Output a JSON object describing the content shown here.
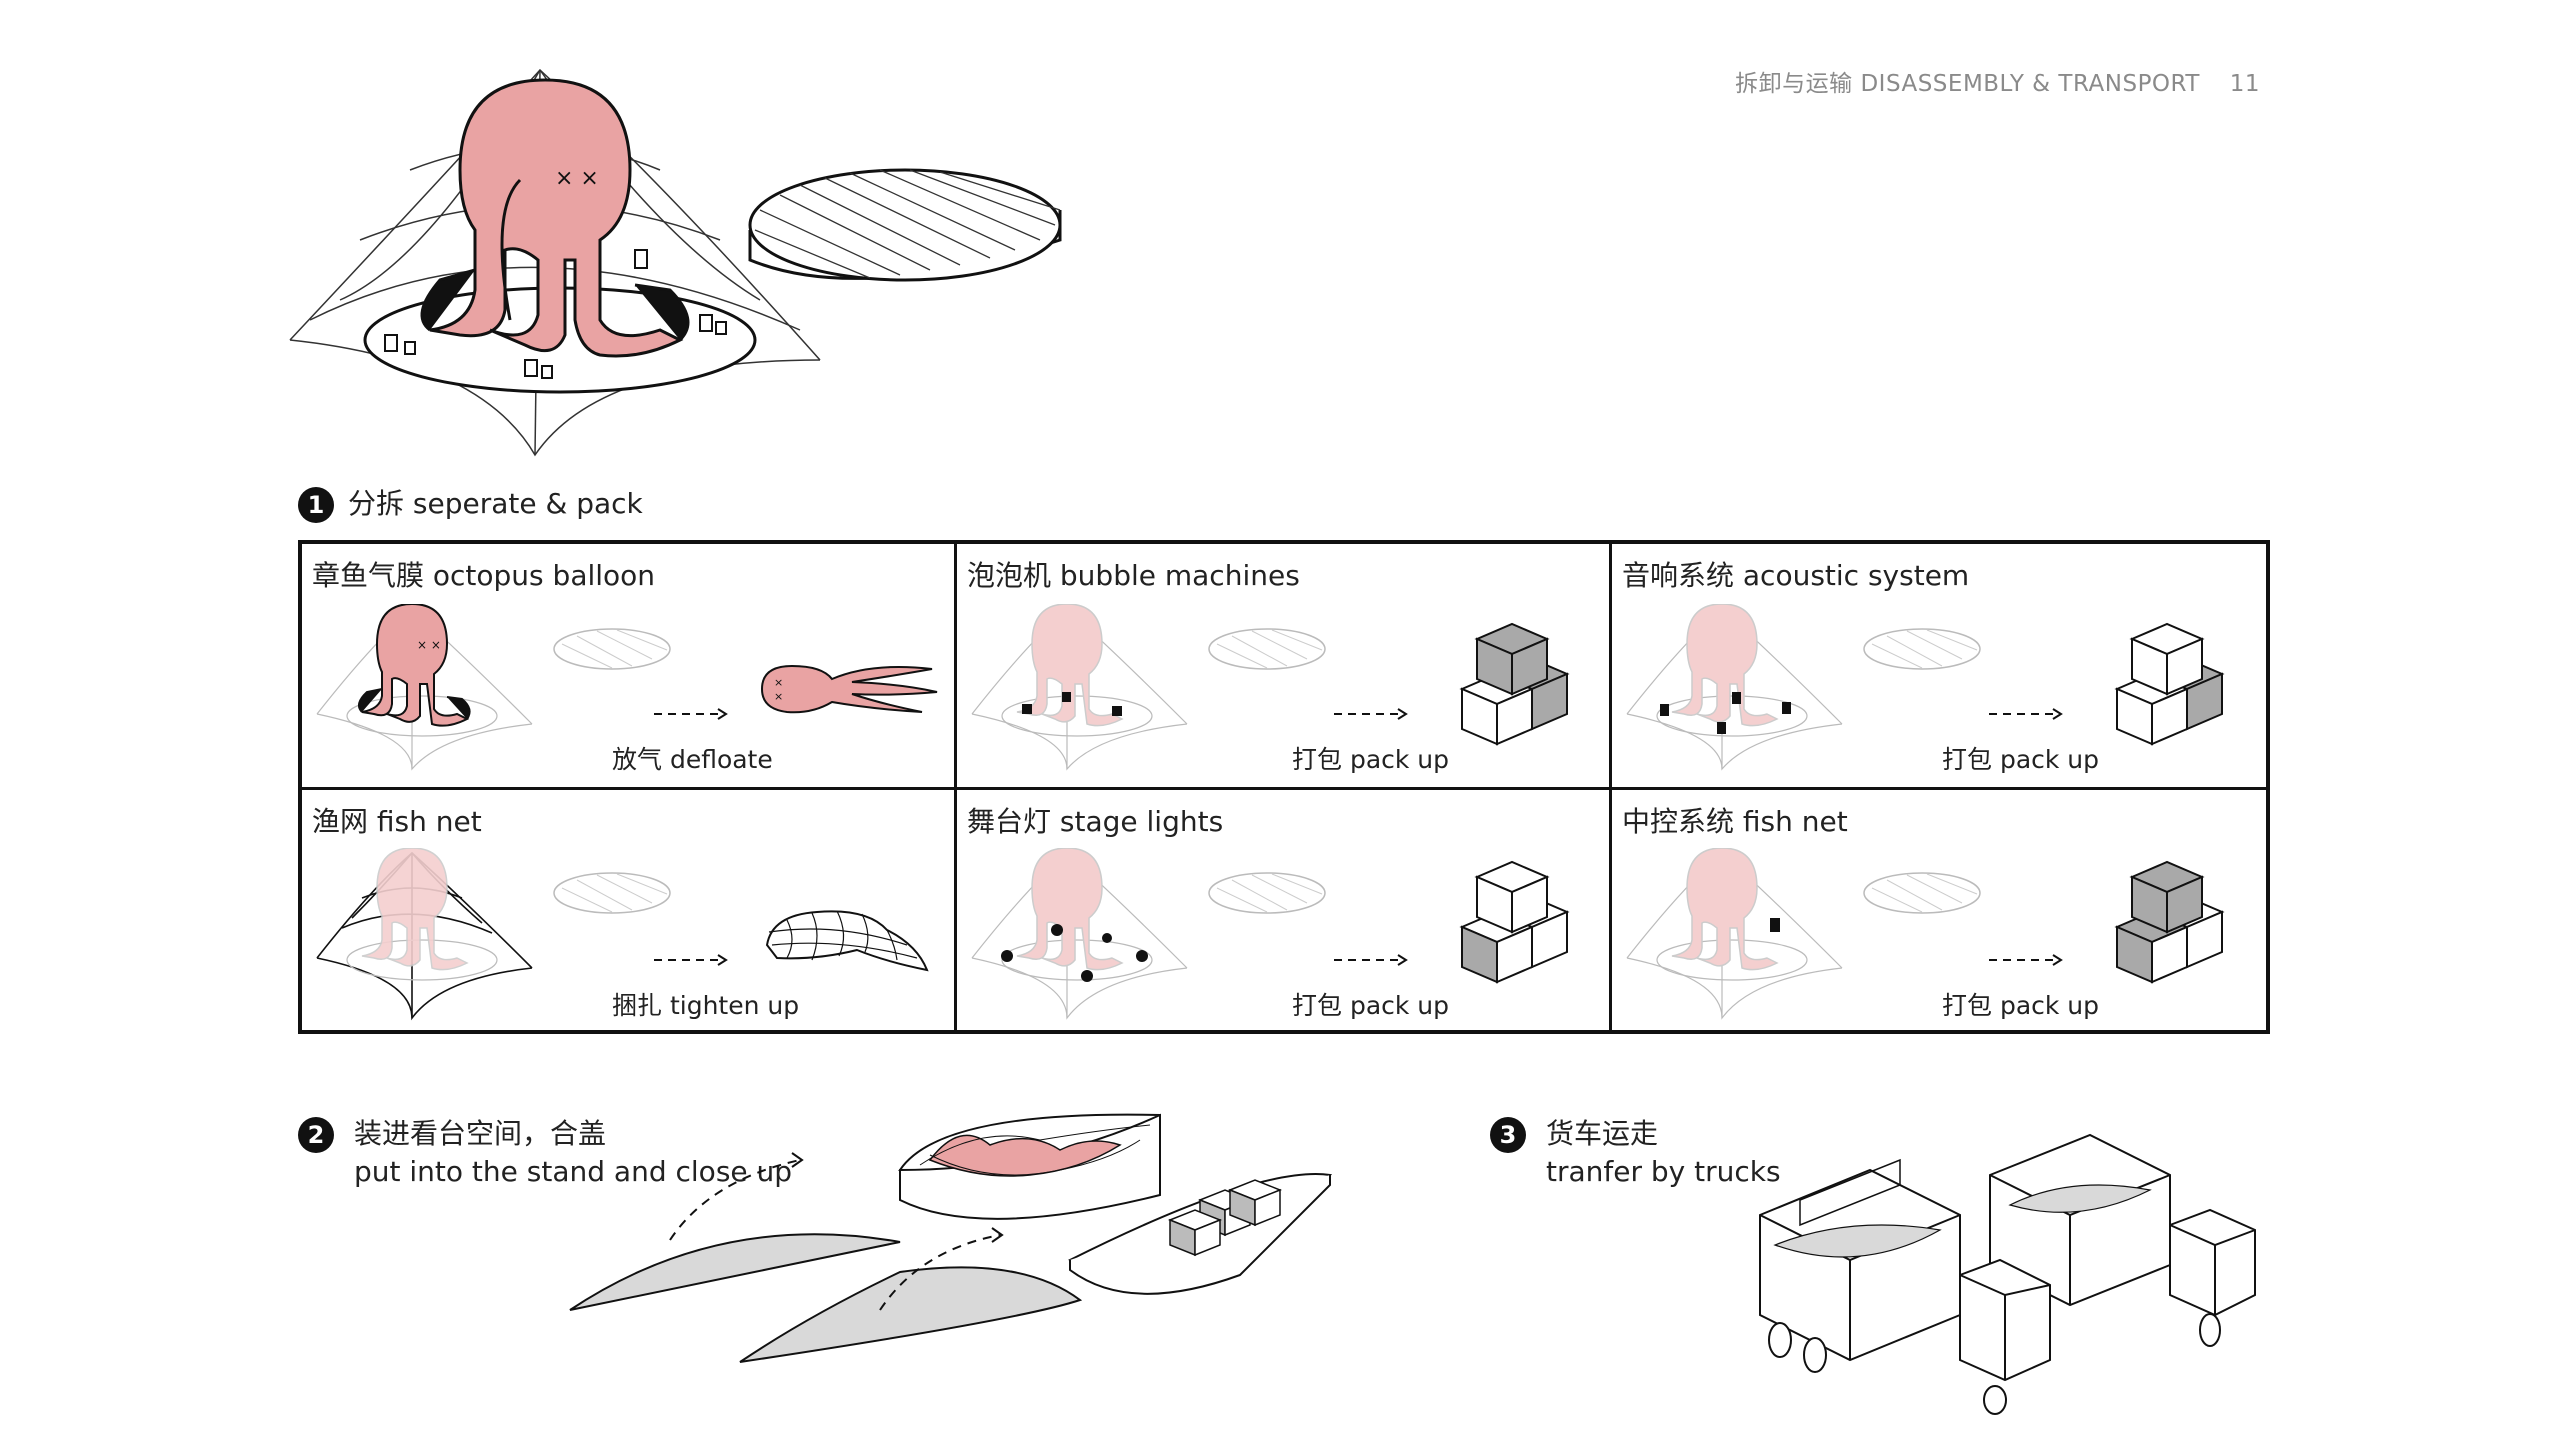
{
  "header": {
    "zh": "拆卸与运输",
    "en": "DISASSEMBLY & TRANSPORT",
    "page": "11"
  },
  "step1": {
    "num": "1",
    "label": "分拆  seperate & pack"
  },
  "cells": [
    {
      "title": "章鱼气膜  octopus balloon",
      "action": "放气  defloate"
    },
    {
      "title": "泡泡机  bubble machines",
      "action": "打包  pack up"
    },
    {
      "title": "音响系统  acoustic system",
      "action": "打包  pack up"
    },
    {
      "title": "渔网   fish net",
      "action": "捆扎  tighten up"
    },
    {
      "title": "舞台灯  stage lights",
      "action": "打包  pack up"
    },
    {
      "title": "中控系统   fish net",
      "action": "打包  pack up"
    }
  ],
  "step2": {
    "num": "2",
    "line1": "装进看台空间，合盖",
    "line2": "put into the stand and close up"
  },
  "step3": {
    "num": "3",
    "line1": "货车运走",
    "line2": "tranfer by trucks"
  },
  "colors": {
    "pink": "#e9a3a3",
    "pink_light": "#f4cfcf",
    "box_grey": "#a9a9a9",
    "ink": "#111111",
    "header_grey": "#8a8a8a"
  },
  "icons": [
    "octopus-balloon-icon",
    "stage-disc-icon",
    "deflated-octopus-icon",
    "box-stack-icon",
    "bundled-net-icon",
    "truck-icon",
    "arrow-icon"
  ]
}
